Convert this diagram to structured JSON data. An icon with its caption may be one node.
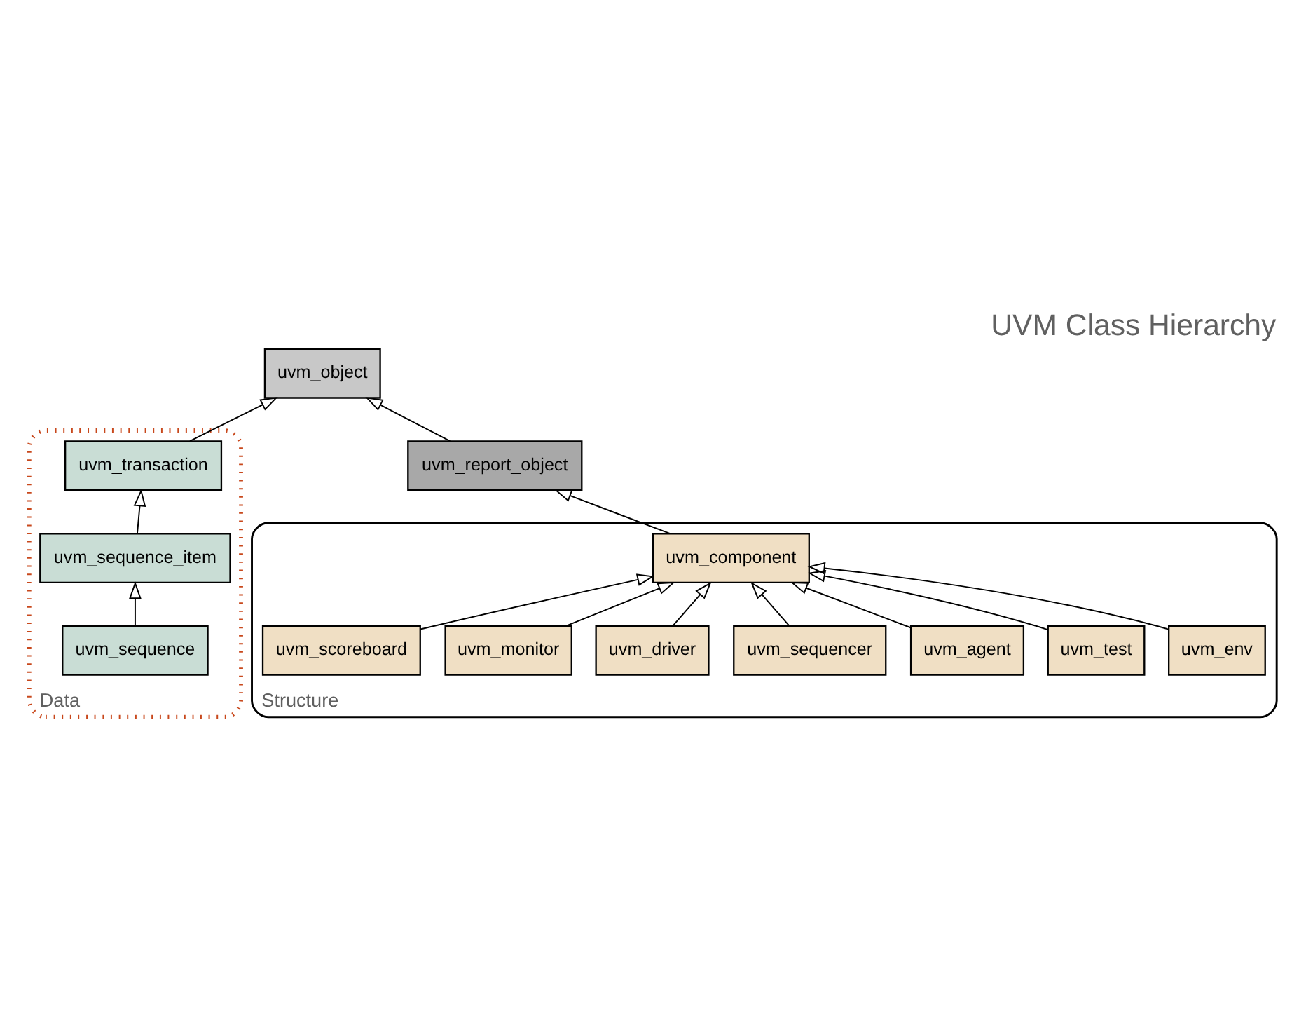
{
  "diagram": {
    "title": "UVM Class Hierarchy",
    "nodes": [
      {
        "text": [
          "uvm_object"
        ]
      },
      {
        "text": [
          "Data"
        ]
      },
      {
        "text": [
          "uvm_transaction"
        ],
        "in": 1
      },
      {
        "text": [
          "uvm_sequence_item"
        ],
        "in": 1
      },
      {
        "text": [
          "uvm_sequence"
        ],
        "in": 1
      },
      {
        "text": [
          "uvm_report_object"
        ]
      },
      {
        "text": [
          "Structure"
        ]
      },
      {
        "text": [
          "uvm_component"
        ],
        "in": 6
      },
      {
        "text": [
          "uvm_env"
        ],
        "in": 6
      },
      {
        "text": [
          "uvm_test"
        ],
        "in": 6
      },
      {
        "text": [
          "uvm_agent"
        ],
        "in": 6
      },
      {
        "text": [
          "uvm_sequencer"
        ],
        "in": 6
      },
      {
        "text": [
          "uvm_driver"
        ],
        "in": 6
      },
      {
        "text": [
          "uvm_monitor"
        ],
        "in": 6
      },
      {
        "text": [
          "uvm_scoreboard"
        ],
        "in": 6
      }
    ],
    "edges": [
      {
        "from": 2,
        "to": 0,
        "arrow": "to"
      },
      {
        "from": 3,
        "to": 2,
        "arrow": "to"
      },
      {
        "from": 4,
        "to": 3,
        "arrow": "to"
      },
      {
        "from": 5,
        "to": 0,
        "arrow": "to"
      },
      {
        "from": 7,
        "to": 5,
        "arrow": "to"
      },
      {
        "from": 8,
        "to": 7,
        "arrow": "to"
      },
      {
        "from": 9,
        "to": 7,
        "arrow": "to"
      },
      {
        "from": 10,
        "to": 7,
        "arrow": "to"
      },
      {
        "from": 11,
        "to": 7,
        "arrow": "to"
      },
      {
        "from": 12,
        "to": 7,
        "arrow": "to"
      },
      {
        "from": 13,
        "to": 7,
        "arrow": "to"
      },
      {
        "from": 14,
        "to": 7,
        "arrow": "to"
      }
    ]
  }
}
